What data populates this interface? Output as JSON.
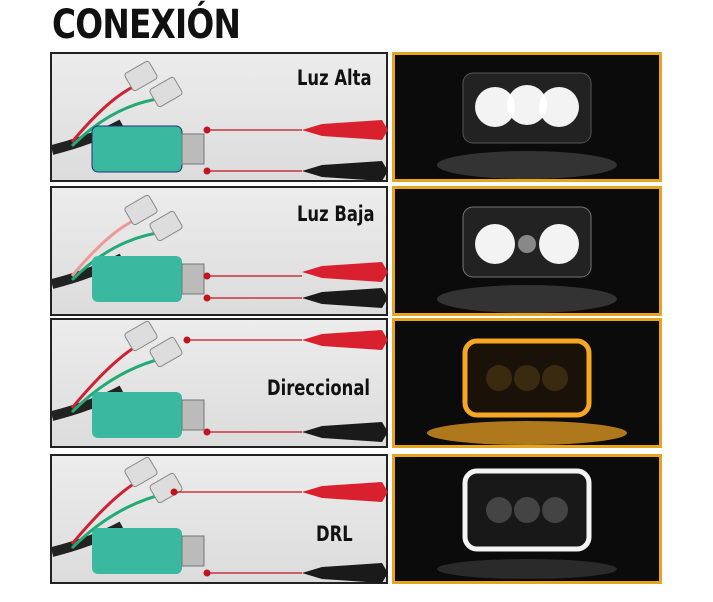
{
  "title": "CONEXIÓN",
  "panels": [
    {
      "label": "Luz Alta",
      "mode": "high",
      "light_color": "#ffffff"
    },
    {
      "label": "Luz Baja",
      "mode": "low",
      "light_color": "#ffffff"
    },
    {
      "label": "Direccional",
      "mode": "turn",
      "light_color": "#f5a623"
    },
    {
      "label": "DRL",
      "mode": "drl",
      "light_color": "#ffffff"
    }
  ],
  "colors": {
    "frame": "#e5a51e",
    "plug": "#3bb8a0",
    "clip_red": "#d9202e",
    "clip_black": "#1a1a1a",
    "wire_red": "#c0141e"
  }
}
